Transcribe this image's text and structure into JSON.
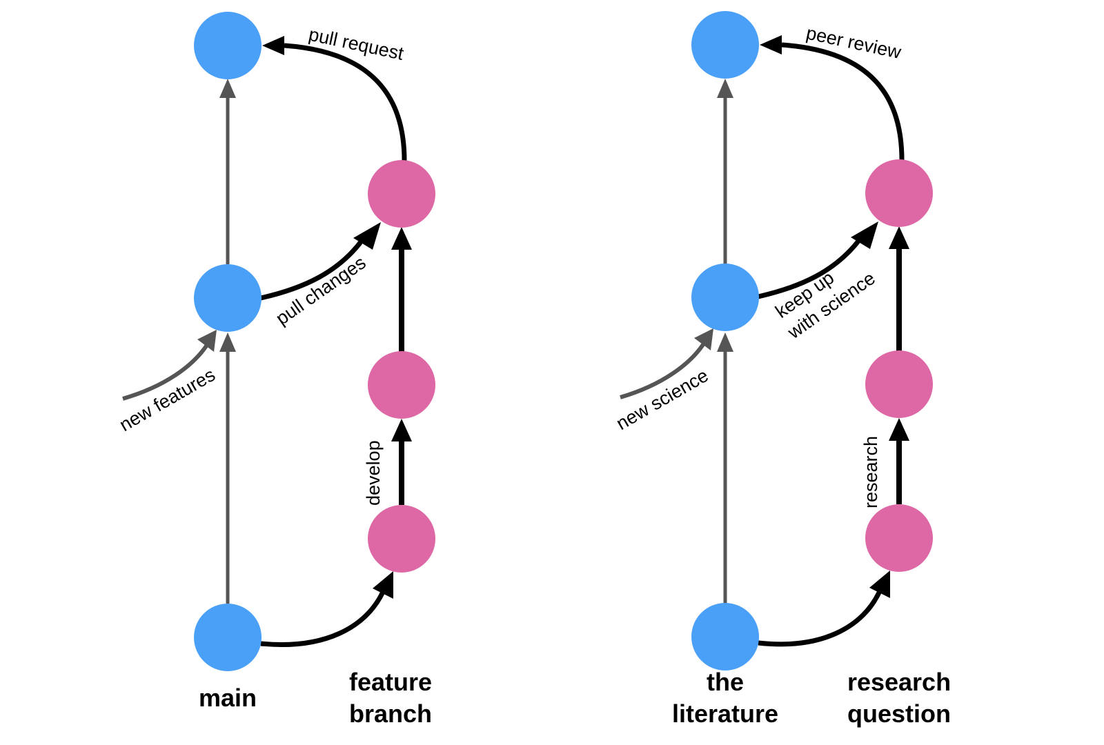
{
  "colors": {
    "trunk_node": "#4AA0F7",
    "branch_node": "#DE68A5",
    "trunk_line": "#555555",
    "branch_line": "#000000",
    "background": "#FFFFFF"
  },
  "panels": [
    {
      "id": "git",
      "trunk_label": [
        "main"
      ],
      "branch_label": [
        "feature",
        "branch"
      ],
      "edge_labels": {
        "external_input": "new features",
        "sync": "pull changes",
        "branch_work": "develop",
        "merge": "pull request"
      }
    },
    {
      "id": "science",
      "trunk_label": [
        "the",
        "literature"
      ],
      "branch_label": [
        "research",
        "question"
      ],
      "edge_labels": {
        "external_input": "new science",
        "sync": [
          "keep up",
          "with science"
        ],
        "branch_work": "research",
        "merge": "peer review"
      }
    }
  ]
}
